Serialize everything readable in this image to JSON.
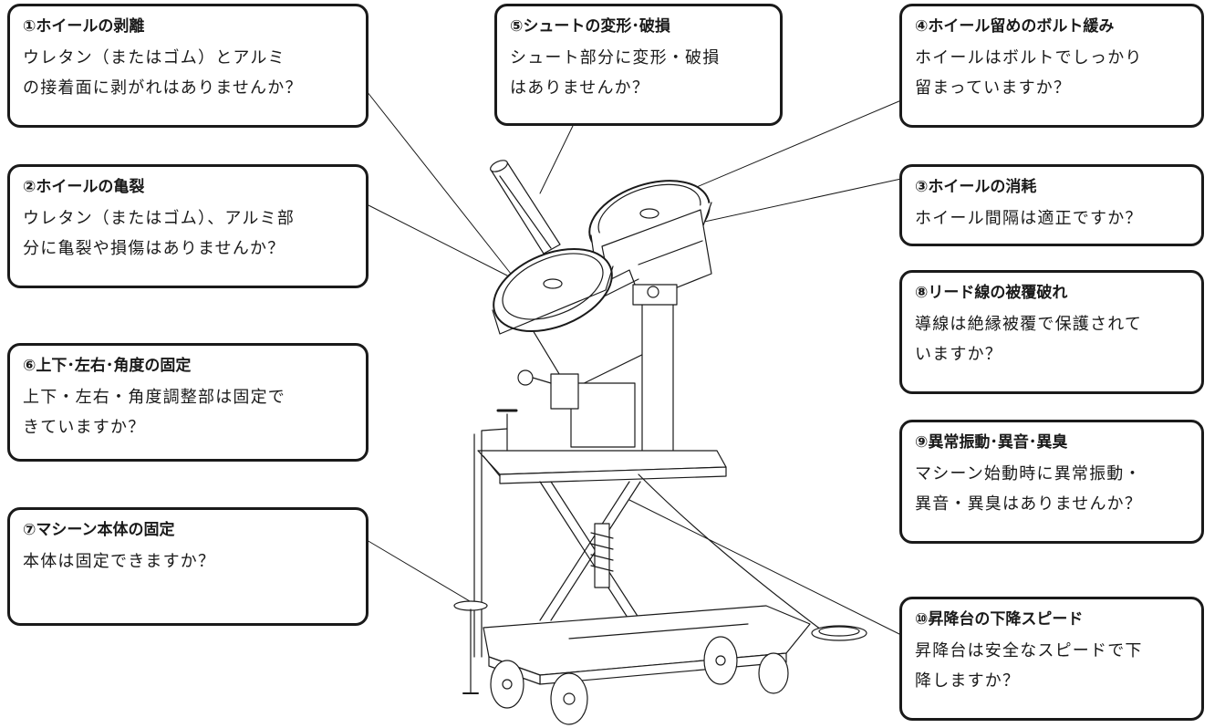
{
  "callouts": [
    {
      "id": "wheel-peeling",
      "title": "①ホイールの剥離",
      "lines": [
        "ウレタン（またはゴム）とアルミ",
        "の接着面に剥がれはありませんか？"
      ]
    },
    {
      "id": "wheel-crack",
      "title": "②ホイールの亀裂",
      "lines": [
        "ウレタン（またはゴム）、アルミ部",
        "分に亀裂や損傷はありませんか？"
      ]
    },
    {
      "id": "angle-fixing",
      "title": "⑥上下･左右･角度の固定",
      "lines": [
        "上下・左右・角度調整部は固定で",
        "きていますか？"
      ]
    },
    {
      "id": "machine-fixing",
      "title": "⑦マシーン本体の固定",
      "lines": [
        "本体は固定できますか？"
      ]
    },
    {
      "id": "chute-deform",
      "title": "⑤シュートの変形･破損",
      "lines": [
        "シュート部分に変形・破損",
        "はありませんか？"
      ]
    },
    {
      "id": "wheel-bolt",
      "title": "④ホイール留めのボルト緩み",
      "lines": [
        "ホイールはボルトでしっかり",
        "留まっていますか？"
      ]
    },
    {
      "id": "wheel-wear",
      "title": "③ホイールの消耗",
      "lines": [
        "ホイール間隔は適正ですか？"
      ]
    },
    {
      "id": "lead-wire",
      "title": "⑧リード線の被覆破れ",
      "lines": [
        "導線は絶縁被覆で保護されて",
        "いますか？"
      ]
    },
    {
      "id": "abnormal",
      "title": "⑨異常振動･異音･異臭",
      "lines": [
        "マシーン始動時に異常振動・",
        "異音・異臭はありませんか？"
      ]
    },
    {
      "id": "lift-speed",
      "title": "⑩昇降台の下降スピード",
      "lines": [
        "昇降台は安全なスピードで下",
        "降しますか？"
      ]
    }
  ],
  "colors": {
    "line": "#1a1a1a",
    "fill": "#ffffff",
    "light": "#f2f2f2"
  }
}
